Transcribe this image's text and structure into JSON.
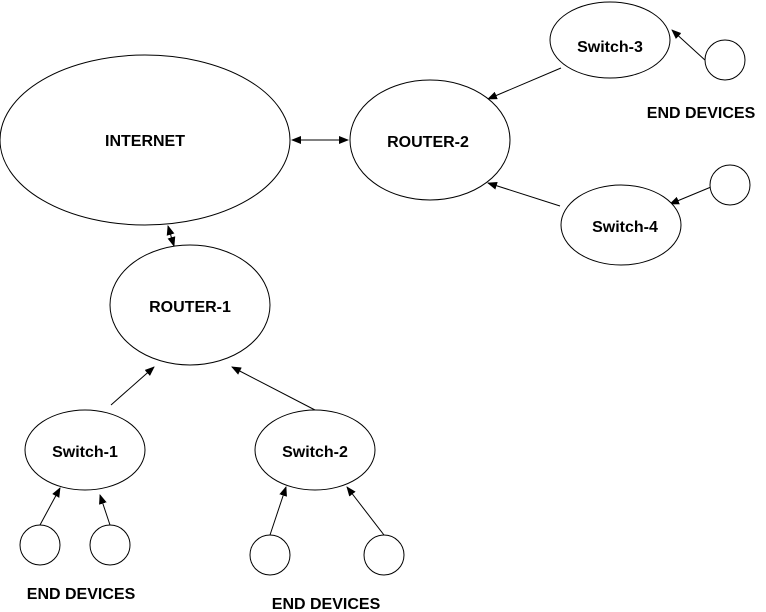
{
  "nodes": {
    "internet": "INTERNET",
    "router_1": "ROUTER-1",
    "router_2": "ROUTER-2",
    "switch_1": "Switch-1",
    "switch_2": "Switch-2",
    "switch_3": "Switch-3",
    "switch_4": "Switch-4"
  },
  "captions": {
    "end_devices_top_right": "END DEVICES",
    "end_devices_bottom_left": "END DEVICES",
    "end_devices_bottom_center": "END DEVICES"
  },
  "colors": {
    "stroke": "#000000",
    "fill": "#ffffff",
    "text": "#000000"
  }
}
